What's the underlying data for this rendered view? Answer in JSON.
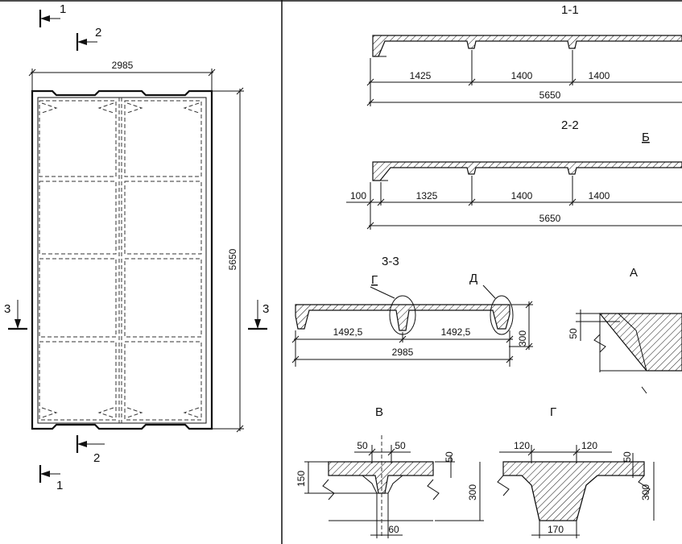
{
  "plan": {
    "width_dim": "2985",
    "length_dim": "5650",
    "cut_1": "1",
    "cut_2": "2",
    "cut_3": "3"
  },
  "section_1_1": {
    "title": "1-1",
    "dims": [
      "1425",
      "1400",
      "1400"
    ],
    "total": "5650"
  },
  "section_2_2": {
    "title": "2-2",
    "callout": "Б",
    "dims": [
      "100",
      "1325",
      "1400",
      "1400"
    ],
    "total": "5650"
  },
  "section_3_3": {
    "title": "3-3",
    "callout_g": "Г",
    "callout_d": "Д",
    "dims": [
      "1492,5",
      "1492,5"
    ],
    "total": "2985",
    "height": "300"
  },
  "detail_a": {
    "title": "А",
    "dim": "50"
  },
  "detail_v": {
    "title": "В",
    "dims": [
      "50",
      "50",
      "50",
      "150",
      "300",
      "60"
    ]
  },
  "detail_g": {
    "title": "Г",
    "dims": [
      "120",
      "120",
      "50",
      "170",
      "300"
    ]
  }
}
